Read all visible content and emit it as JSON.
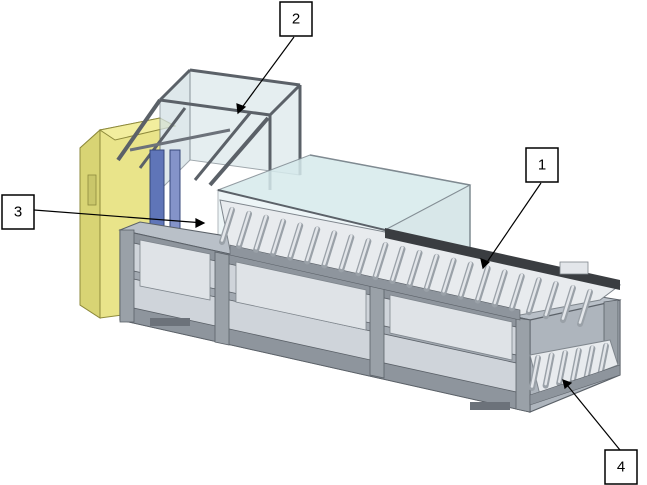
{
  "colors": {
    "frame": "#b9c0c8",
    "frame_dark": "#8e959d",
    "frame_edge": "#5b6168",
    "enclosure_glass": "#cfe3e6",
    "glass_edge": "#7f8a91",
    "panel_yellow": "#e9e48a",
    "panel_yellow_dark": "#c9c66a",
    "lifter_blue": "#5f75b8",
    "roller": "#e3e6ea",
    "roller_edge": "#9aa1a8",
    "belt": "#3a3d41",
    "callout_line": "#000000"
  },
  "callouts": [
    {
      "id": "1",
      "label": "1"
    },
    {
      "id": "2",
      "label": "2"
    },
    {
      "id": "3",
      "label": "3"
    },
    {
      "id": "4",
      "label": "4"
    }
  ]
}
